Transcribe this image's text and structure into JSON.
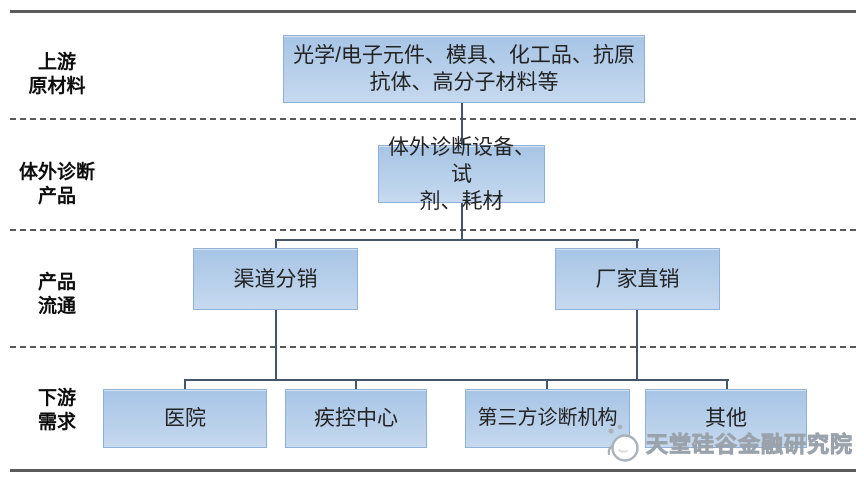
{
  "diagram": {
    "title_hint": "IVD industry chain flow",
    "stages": [
      {
        "id": "upstream",
        "label": "上游\n原材料"
      },
      {
        "id": "ivd_product",
        "label": "体外诊断\n产品"
      },
      {
        "id": "circulation",
        "label": "产品\n流通"
      },
      {
        "id": "downstream",
        "label": "下游\n需求"
      }
    ],
    "nodes": {
      "raw_materials": {
        "label": "光学/电子元件、模具、化工品、抗原\n抗体、高分子材料等"
      },
      "ivd_products": {
        "label": "体外诊断设备、试\n剂、耗材"
      },
      "channel_distribution": {
        "label": "渠道分销"
      },
      "factory_direct": {
        "label": "厂家直销"
      },
      "hospital": {
        "label": "医院"
      },
      "cdc_center": {
        "label": "疾控中心"
      },
      "third_party": {
        "label": "第三方诊断机构"
      },
      "other": {
        "label": "其他"
      }
    },
    "edges": [
      {
        "from": "raw_materials",
        "to": "ivd_products"
      },
      {
        "from": "ivd_products",
        "to": "channel_distribution"
      },
      {
        "from": "ivd_products",
        "to": "factory_direct"
      },
      {
        "from": "channel_distribution",
        "to": "hospital"
      },
      {
        "from": "channel_distribution",
        "to": "cdc_center"
      },
      {
        "from": "factory_direct",
        "to": "third_party"
      },
      {
        "from": "factory_direct",
        "to": "other"
      }
    ]
  },
  "watermark": {
    "text": "天堂硅谷金融研究院",
    "logo": "bird-logo-icon"
  },
  "colors": {
    "box_fill_top": "#a8c5e6",
    "box_fill_bottom": "#c6d9ef",
    "box_border": "#8fb0d7",
    "connector": "#44546a",
    "separator": "#595959",
    "watermark_gray": "#9aa3ac"
  }
}
